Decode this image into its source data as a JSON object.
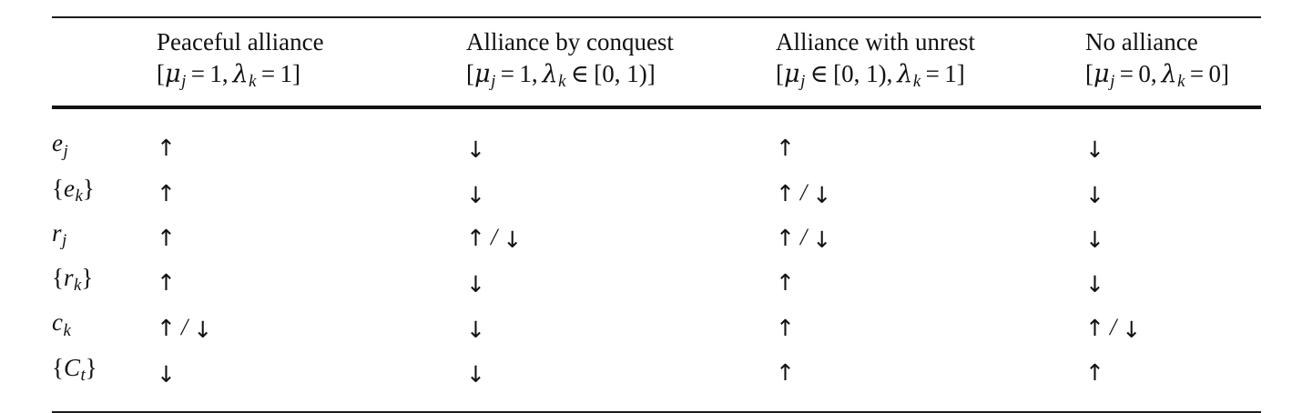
{
  "table": {
    "row_label_header": "",
    "columns": [
      {
        "id": "peaceful-alliance",
        "title": "Peaceful alliance",
        "condition": "[μ_j = 1, λ_k = 1]",
        "condition_parts": {
          "open": "[",
          "var1": "μ",
          "sub1": "j",
          "rel1": "=",
          "val1": "1",
          "sep": ",",
          "var2": "λ",
          "sub2": "k",
          "rel2": "=",
          "val2": "1",
          "close": "]"
        }
      },
      {
        "id": "alliance-by-conquest",
        "title": "Alliance by conquest",
        "condition": "[μ_j = 1, λ_k ∈ [0, 1)]",
        "condition_parts": {
          "open": "[",
          "var1": "μ",
          "sub1": "j",
          "rel1": "=",
          "val1": "1",
          "sep": ",",
          "var2": "λ",
          "sub2": "k",
          "rel2": "∈",
          "val2": "[0, 1)",
          "close": "]"
        }
      },
      {
        "id": "alliance-with-unrest",
        "title": "Alliance with unrest",
        "condition": "[μ_j ∈ [0, 1), λ_k = 1]",
        "condition_parts": {
          "open": "[",
          "var1": "μ",
          "sub1": "j",
          "rel1": "∈",
          "val1": "[0, 1)",
          "sep": ",",
          "var2": "λ",
          "sub2": "k",
          "rel2": "=",
          "val2": "1",
          "close": "]"
        }
      },
      {
        "id": "no-alliance",
        "title": "No alliance",
        "condition": "[μ_j = 0, λ_k = 0]",
        "condition_parts": {
          "open": "[",
          "var1": "μ",
          "sub1": "j",
          "rel1": "=",
          "val1": "0",
          "sep": ",",
          "var2": "λ",
          "sub2": "k",
          "rel2": "=",
          "val2": "0",
          "close": "]"
        }
      }
    ],
    "rows": [
      {
        "id": "e-j",
        "label": "e_j",
        "label_parts": {
          "pre": "",
          "base": "e",
          "sub": "j",
          "post": ""
        },
        "cells": [
          "↑",
          "↓",
          "↑",
          "↓"
        ]
      },
      {
        "id": "e-k-set",
        "label": "{e_k}",
        "label_parts": {
          "pre": "{",
          "base": "e",
          "sub": "k",
          "post": "}"
        },
        "cells": [
          "↑",
          "↓",
          "↑ / ↓",
          "↓"
        ]
      },
      {
        "id": "r-j",
        "label": "r_j",
        "label_parts": {
          "pre": "",
          "base": "r",
          "sub": "j",
          "post": ""
        },
        "cells": [
          "↑",
          "↑ / ↓",
          "↑ / ↓",
          "↓"
        ]
      },
      {
        "id": "r-k-set",
        "label": "{r_k}",
        "label_parts": {
          "pre": "{",
          "base": "r",
          "sub": "k",
          "post": "}"
        },
        "cells": [
          "↑",
          "↓",
          "↑",
          "↓"
        ]
      },
      {
        "id": "c-k",
        "label": "c_k",
        "label_parts": {
          "pre": "",
          "base": "c",
          "sub": "k",
          "post": ""
        },
        "cells": [
          "↑ / ↓",
          "↓",
          "↑",
          "↑ / ↓"
        ]
      },
      {
        "id": "C-t-set",
        "label": "{C_t}",
        "label_parts": {
          "pre": "{",
          "base": "C",
          "sub": "t",
          "post": "}"
        },
        "cells": [
          "↓",
          "↓",
          "↑",
          "↑"
        ]
      }
    ]
  },
  "symbols": {
    "up_arrow": "↑",
    "down_arrow": "↓",
    "separator": "/"
  },
  "colors": {
    "text": "#111111",
    "rule": "#1b1b1b",
    "background": "#ffffff"
  }
}
